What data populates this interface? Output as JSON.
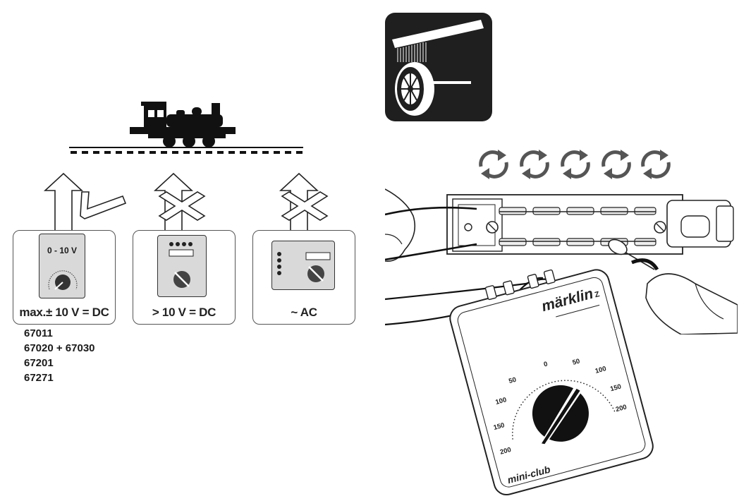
{
  "panels": [
    {
      "id": "dc-ok",
      "label": "max.± 10 V = DC",
      "device_label": "0 - 10 V",
      "status": "ok"
    },
    {
      "id": "dc-high",
      "label": "> 10 V = DC",
      "status": "not-allowed"
    },
    {
      "id": "ac",
      "label": "~ AC",
      "status": "not-allowed"
    }
  ],
  "item_numbers": [
    "67011",
    "67020 + 67030",
    "67201",
    "67271"
  ],
  "controller": {
    "brand": "märklin",
    "brand_suffix": "Z",
    "model": "mini-club",
    "scale_left": [
      "50",
      "100",
      "150",
      "200"
    ],
    "scale_top": [
      "0"
    ],
    "scale_right": [
      "50",
      "100",
      "150",
      "200"
    ]
  },
  "icons": [
    "locomotive-icon",
    "wheel-brush-icon",
    "rotate-arrows-icon",
    "checkmark-icon",
    "cross-icon",
    "up-arrow-icon"
  ],
  "colors": {
    "ink": "#1a1a1a",
    "device_gray": "#d9d9d9",
    "icon_bg": "#1f1f1f"
  }
}
